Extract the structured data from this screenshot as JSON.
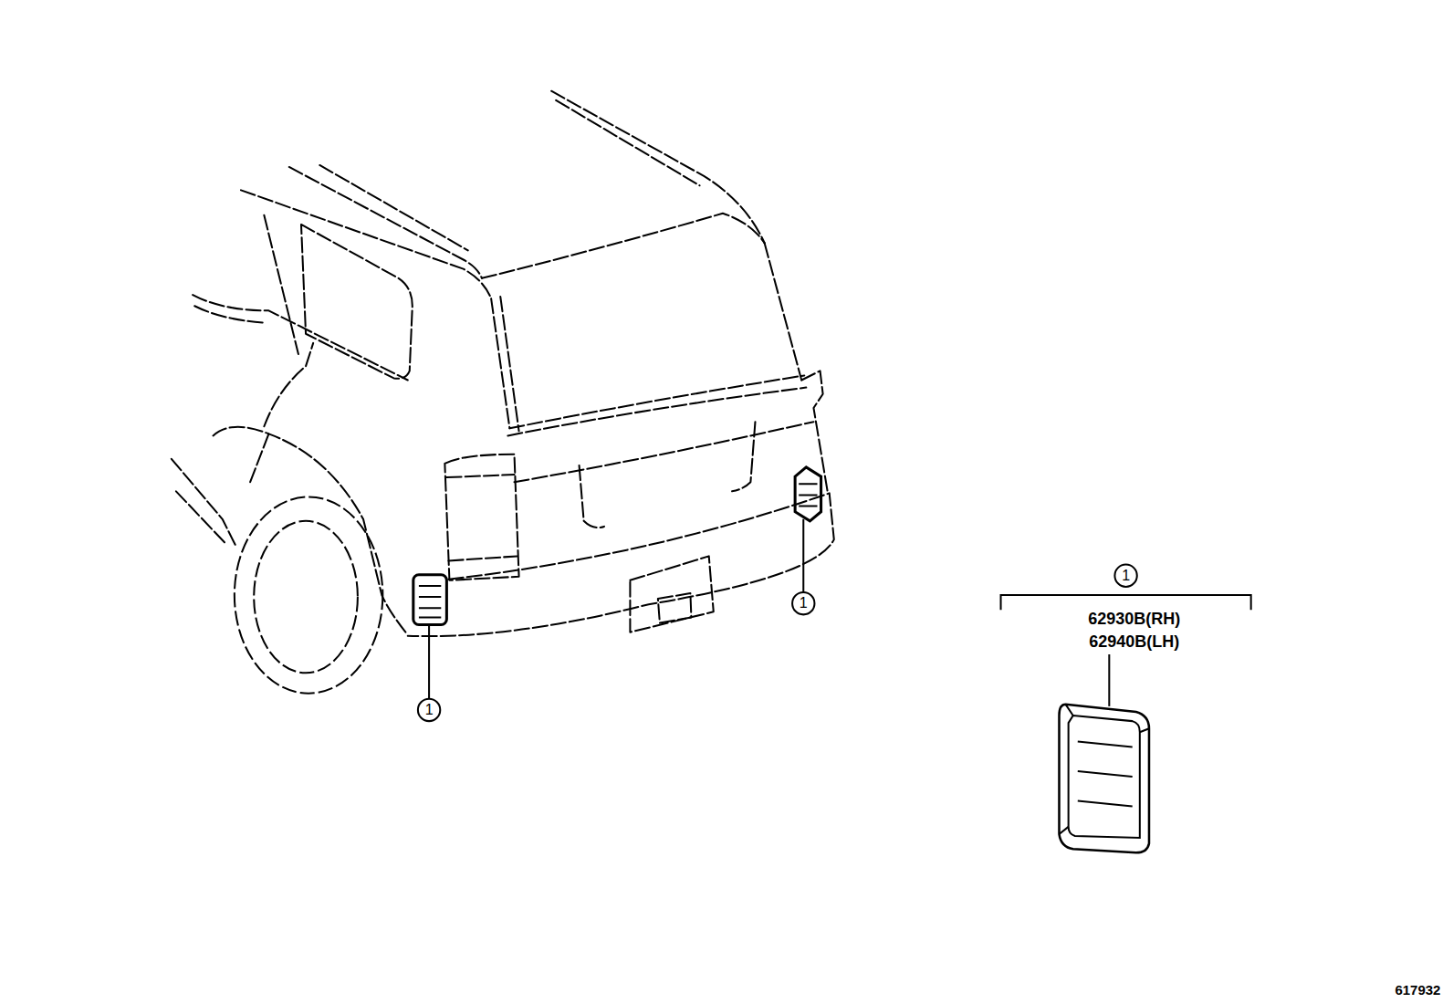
{
  "diagram": {
    "labels": [
      "1",
      "1",
      "1",
      "62930B(RH)",
      "62940B(LH)",
      "617932"
    ]
  }
}
